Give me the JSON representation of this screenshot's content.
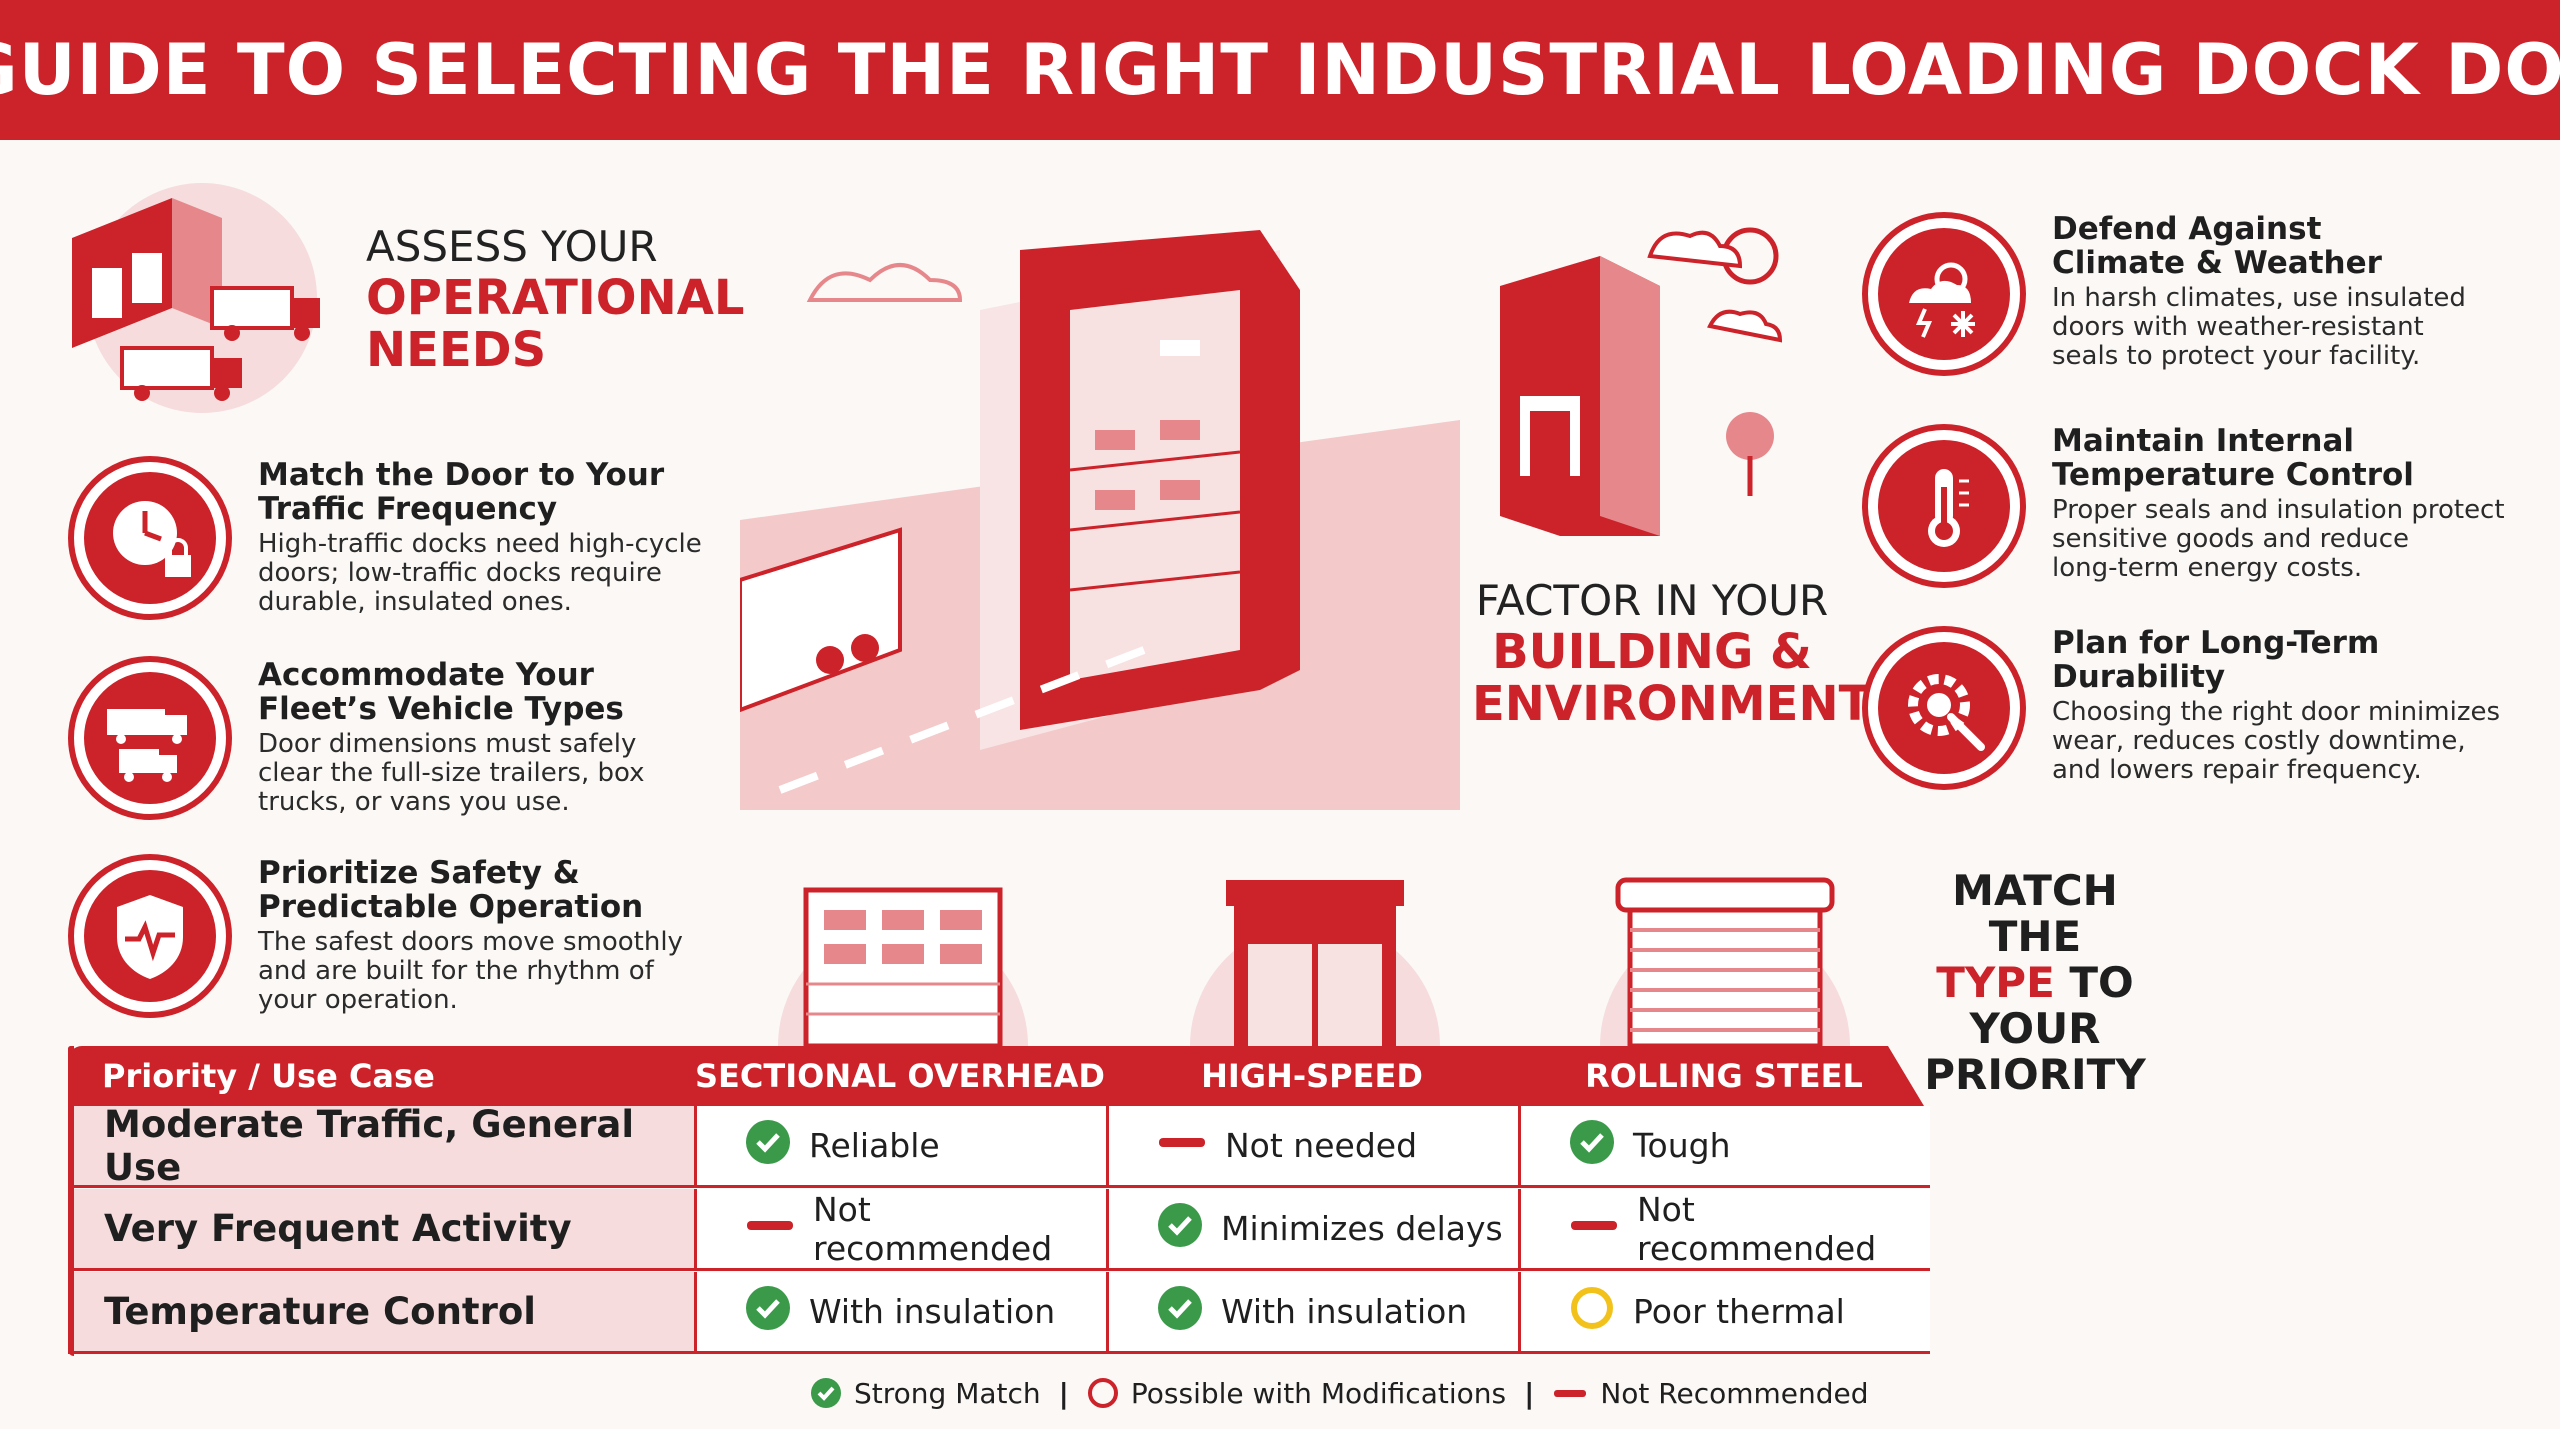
{
  "header": {
    "title": "A GUIDE TO SELECTING THE RIGHT INDUSTRIAL LOADING DOCK DOOR"
  },
  "sections": {
    "operational": {
      "line1": "ASSESS YOUR",
      "line2": "OPERATIONAL",
      "line3": "NEEDS"
    },
    "building": {
      "line1": "FACTOR IN YOUR",
      "line2": "BUILDING &",
      "line3": "ENVIRONMENT"
    }
  },
  "left_features": [
    {
      "title1": "Match the Door to Your",
      "title2": "Traffic Frequency",
      "desc1": "High-traffic docks need high-cycle",
      "desc2": "doors; low-traffic docks require",
      "desc3": "durable, insulated ones."
    },
    {
      "title1": "Accommodate Your",
      "title2": "Fleet’s Vehicle Types",
      "desc1": "Door dimensions must safely",
      "desc2": "clear the full-size trailers, box",
      "desc3": "trucks, or vans you use."
    },
    {
      "title1": "Prioritize Safety &",
      "title2": "Predictable Operation",
      "desc1": "The safest doors move smoothly",
      "desc2": "and are built for the rhythm of",
      "desc3": "your operation."
    }
  ],
  "right_features": [
    {
      "title1": "Defend Against",
      "title2": "Climate & Weather",
      "desc1": "In harsh climates, use insulated",
      "desc2": "doors with weather-resistant",
      "desc3": "seals to protect your facility."
    },
    {
      "title1": "Maintain Internal",
      "title2": "Temperature Control",
      "desc1": "Proper seals and insulation protect",
      "desc2": "sensitive goods and reduce",
      "desc3": "long-term energy costs."
    },
    {
      "title1": "Plan for Long-Term",
      "title2": "Durability",
      "desc1": "Choosing the right door minimizes",
      "desc2": "wear, reduces costly downtime,",
      "desc3": "and lowers repair frequency."
    }
  ],
  "match": {
    "l1": "MATCH",
    "l2": "THE",
    "l3a": "TYPE",
    "l3b": " TO",
    "l4": "YOUR",
    "l5": "PRIORITY"
  },
  "table": {
    "headers": [
      "Priority / Use Case",
      "SECTIONAL OVERHEAD",
      "HIGH-SPEED",
      "ROLLING STEEL"
    ],
    "rows": [
      {
        "label": "Moderate Traffic, General Use",
        "cells": [
          {
            "status": "strong",
            "text": "Reliable"
          },
          {
            "status": "not",
            "text": "Not needed"
          },
          {
            "status": "strong",
            "text": "Tough"
          }
        ]
      },
      {
        "label": "Very Frequent Activity",
        "cells": [
          {
            "status": "not",
            "text": "Not recommended"
          },
          {
            "status": "strong",
            "text": "Minimizes delays"
          },
          {
            "status": "not",
            "text": "Not recommended"
          }
        ]
      },
      {
        "label": "Temperature Control",
        "cells": [
          {
            "status": "strong",
            "text": "With insulation"
          },
          {
            "status": "strong",
            "text": "With insulation"
          },
          {
            "status": "possible",
            "text": "Poor thermal"
          }
        ]
      }
    ]
  },
  "legend": {
    "strong": "Strong Match",
    "possible": "Possible with Modifications",
    "not": "Not Recommended",
    "separator": "|"
  },
  "colors": {
    "brand_red": "#cc2229",
    "check_green": "#3a9a4a",
    "possible_yellow": "#f2c21b",
    "light_pink": "#f6dcdc"
  }
}
